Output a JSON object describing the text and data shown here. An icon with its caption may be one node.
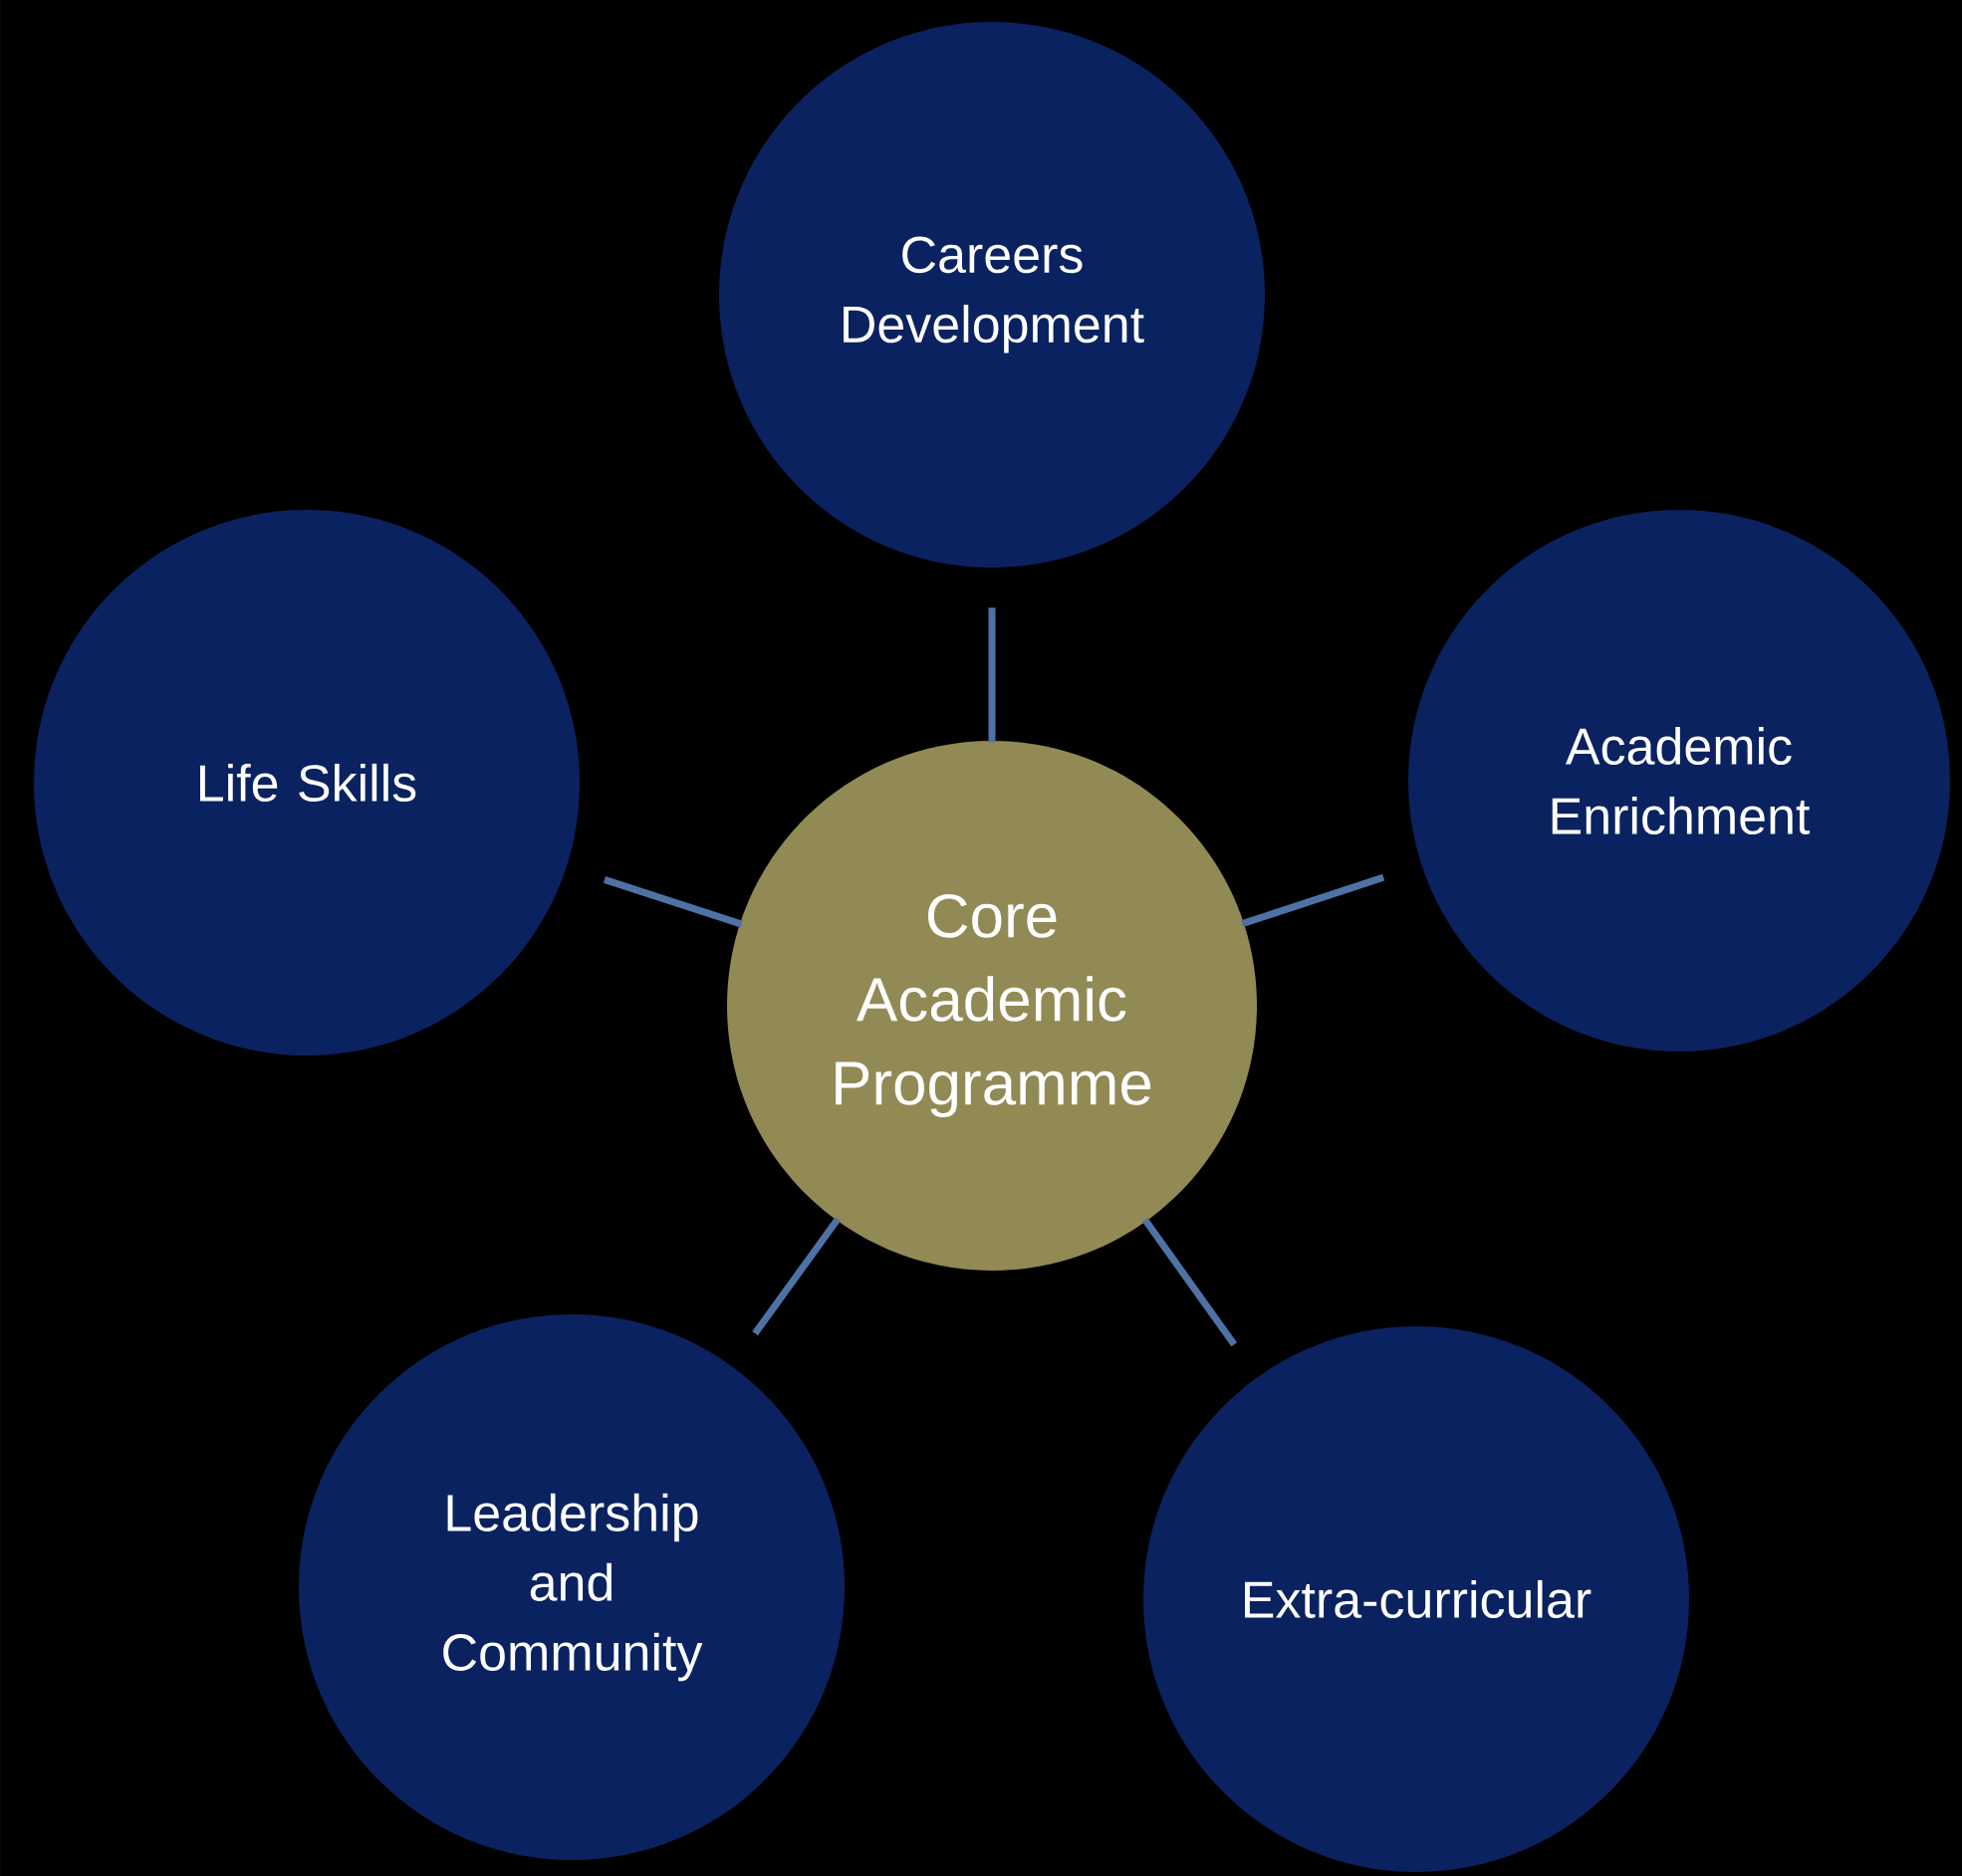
{
  "diagram": {
    "nodes": [
      {
        "text": [
          "Core Academic Programme"
        ]
      },
      {
        "text": [
          "Careers Development"
        ]
      },
      {
        "text": [
          "Academic Enrichment"
        ]
      },
      {
        "text": [
          "Extra-curricular"
        ]
      },
      {
        "text": [
          "Leadership and Community"
        ]
      },
      {
        "text": [
          "Life Skills"
        ]
      }
    ],
    "edges": [
      {
        "from": 0,
        "to": 1,
        "arrow": "none"
      },
      {
        "from": 0,
        "to": 2,
        "arrow": "none"
      },
      {
        "from": 0,
        "to": 3,
        "arrow": "none"
      },
      {
        "from": 0,
        "to": 4,
        "arrow": "none"
      },
      {
        "from": 0,
        "to": 5,
        "arrow": "none"
      }
    ]
  }
}
